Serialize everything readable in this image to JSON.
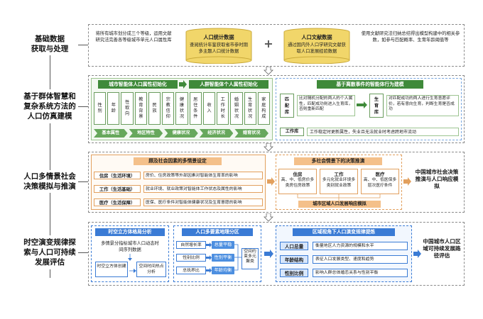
{
  "stages": [
    {
      "label": "基础数据\n获取与处理"
    },
    {
      "label": "基于群体智慧和\n复杂系统方法的\n人口仿真建模"
    },
    {
      "label": "人口多情景社会\n决策模拟与推演"
    },
    {
      "label": "时空演变规律探\n索与人口可持续\n发展评估"
    }
  ],
  "s1": {
    "left_text": "将所有城市划分成三个等级，运用文献研究法完善各等级城市单元人口属性库",
    "db1_title": "人口统计数据",
    "db1_text": "查阅统计年鉴获取省市参时期多主题人口统计数据",
    "plus": "+",
    "db2_title": "人口文献数据",
    "db2_text": "通过国内外人口学研究文献获取人口发展经验数据",
    "right_text": "使用文献研究法归纳总结得出模型构建中的相关参数，如参与匹配概率、生育年龄阈值等"
  },
  "s2": {
    "city_init": "城市智能体人口属性初始化",
    "person_init": "人群智能体个人属性初始化",
    "attrs": [
      "性别",
      "年龄",
      "性取向",
      "教育背景",
      "民族",
      "宗教信仰",
      "健康状况",
      "居住条件",
      "收入",
      "工作时长",
      "婚姻状况",
      "生育状况",
      "家庭构成"
    ],
    "categories": [
      "基本属性",
      "地区特性",
      "健康状况",
      "经济状况",
      "婚育状况"
    ],
    "event_title": "基于离散事件的智能体行为建模",
    "match_label": "匹配库",
    "match_text": "比对随机分配的两人的个人属性，匹配成功则进入生育库，否则重新匹配",
    "birth_label": "生育库",
    "birth_text": "对匹配成功的两人进行生育意愿评价，若有意向生育，判断生育是否成功",
    "work_label": "工作库",
    "work_text": "工作稳定时更新属性，失业且无法就业时考虑跨地市流动"
  },
  "s3": {
    "factors_title": "顾及社会因素的多情景设定",
    "factors": [
      {
        "label": "住房（生活环境）",
        "text": "房价、住房政策等外部因素对智能体生育率的影响"
      },
      {
        "label": "工作（生活基础）",
        "text": "就业环境、就业政策对智能体工作状态及属性的影响"
      },
      {
        "label": "医疗（生活保障）",
        "text": "医保、医疗条件对智能体健康状况及生育意愿的影响"
      }
    ],
    "multi_title": "多社会情景下的决策推演",
    "scenarios": [
      {
        "title": "住房",
        "text": "高、中、低房价多类房住房政策"
      },
      {
        "title": "工作",
        "text": "多元化就业环境多类别就业政策"
      },
      {
        "title": "医疗",
        "text": "高、中、低医保多层次医疗条件"
      }
    ],
    "sim_label": "城市区域人口发展响应模拟",
    "right_label": "中国城市社会决策推演与人口响应模拟"
  },
  "s4": {
    "pattern_title": "时空立方体格局分析",
    "pattern_text": "多情景分指标城市人口动态时间序列数据",
    "cube_label": "时空立方体创建",
    "hotspot_label": "空间时间热点分析",
    "geo_title": "人口多要素地理分区",
    "geo_rows": [
      {
        "factor": "自然增长率",
        "result": "总量平稳"
      },
      {
        "factor": "性别比例",
        "result": "性别平衡"
      },
      {
        "factor": "总抚养比",
        "result": "年龄均衡"
      }
    ],
    "cluster_label": "空间约束多元聚类",
    "eval_title": "区域视角下人口演变规律提炼",
    "eval_rows": [
      {
        "label": "人口总量",
        "text": "衡量地区人力资源的规模和水平"
      },
      {
        "label": "年龄结构",
        "text": "表征人口发展类型、速度和趋势"
      },
      {
        "label": "性别比例",
        "text": "影响人群总体婚恋关系与性别平衡"
      }
    ],
    "right_label": "中国城市人口区域可持续发展路径评估"
  },
  "colors": {
    "green": "#3f8a3a",
    "orange": "#f4c08a",
    "blue": "#3a7bd5",
    "gold": "#f1d66a"
  }
}
